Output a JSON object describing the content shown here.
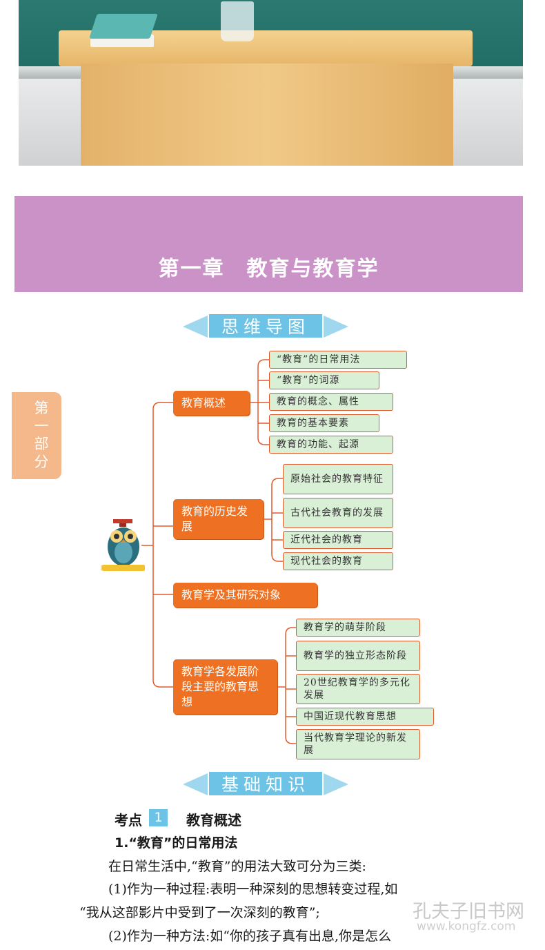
{
  "chapter": {
    "title": "第一章　教育与教育学"
  },
  "sections": {
    "mindmap": "思维导图",
    "basics": "基础知识"
  },
  "side_tab": {
    "text": "第一部分"
  },
  "mindmap": {
    "branches": [
      {
        "label": "教育概述",
        "children": [
          "“教育”的日常用法",
          "“教育”的词源",
          "教育的概念、属性",
          "教育的基本要素",
          "教育的功能、起源"
        ]
      },
      {
        "label": "教育的历史发展",
        "children": [
          "原始社会的教育特征",
          "古代社会教育的发展",
          "近代社会的教育",
          "现代社会的教育"
        ]
      },
      {
        "label": "教育学及其研究对象",
        "children": []
      },
      {
        "label": "教育学各发展阶段主要的教育思想",
        "children": [
          "教育学的萌芽阶段",
          "教育学的独立形态阶段",
          "20世纪教育学的多元化发展",
          "中国近现代教育思想",
          "当代教育学理论的新发展"
        ]
      }
    ]
  },
  "body": {
    "kp_prefix": "考点",
    "kp_number": "1",
    "kp_title": "教育概述",
    "heading1": "1.“教育”的日常用法",
    "para1": "在日常生活中,“教育”的用法大致可分为三类:",
    "para2a": "(1)作为一种过程:表明一种深刻的思想转变过程,如",
    "para2b": "“我从这部影片中受到了一次深刻的教育”;",
    "para3": "(2)作为一种方法:如“你的孩子真有出息,你是怎么"
  },
  "watermark": {
    "main": "孔夫子旧书网",
    "url": "www.kongfz.com"
  },
  "colors": {
    "chapter_band": "#cb92c7",
    "ribbon": "#6cc3e6",
    "main_node": "#ee7022",
    "sub_node_fill": "#d9efd6",
    "side_tab": "#f4b88a"
  },
  "icons": [
    "owl-mascot-icon",
    "pencil-icon",
    "graduation-cap-icon"
  ]
}
